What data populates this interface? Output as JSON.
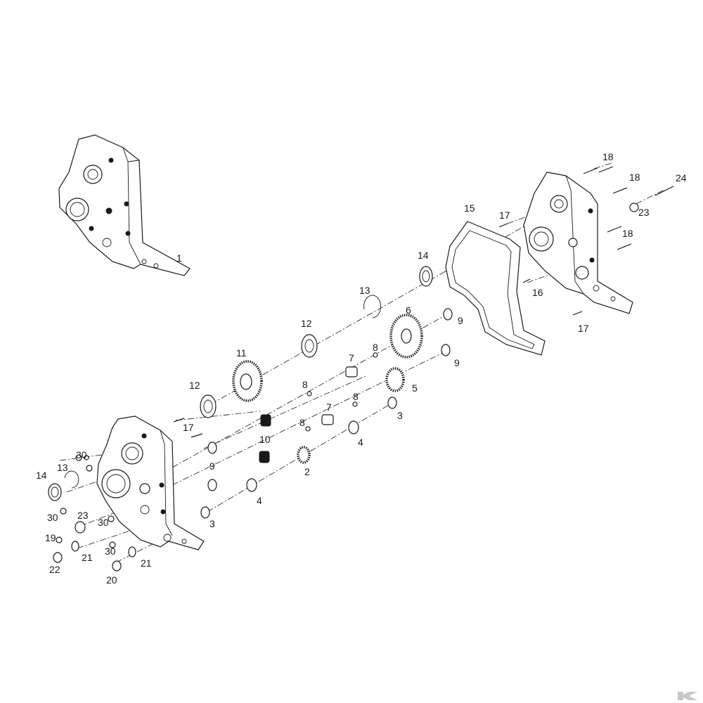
{
  "diagram": {
    "callouts": [
      {
        "id": "c1",
        "text": "1"
      },
      {
        "id": "c2",
        "text": "2"
      },
      {
        "id": "c3a",
        "text": "3"
      },
      {
        "id": "c3b",
        "text": "3"
      },
      {
        "id": "c4a",
        "text": "4"
      },
      {
        "id": "c4b",
        "text": "4"
      },
      {
        "id": "c5",
        "text": "5"
      },
      {
        "id": "c6",
        "text": "6"
      },
      {
        "id": "c7a",
        "text": "7"
      },
      {
        "id": "c7b",
        "text": "7"
      },
      {
        "id": "c8a",
        "text": "8"
      },
      {
        "id": "c8b",
        "text": "8"
      },
      {
        "id": "c8c",
        "text": "8"
      },
      {
        "id": "c8d",
        "text": "8"
      },
      {
        "id": "c9a",
        "text": "9"
      },
      {
        "id": "c9b",
        "text": "9"
      },
      {
        "id": "c9c",
        "text": "9"
      },
      {
        "id": "c10",
        "text": "10"
      },
      {
        "id": "c11",
        "text": "11"
      },
      {
        "id": "c12a",
        "text": "12"
      },
      {
        "id": "c12b",
        "text": "12"
      },
      {
        "id": "c13a",
        "text": "13"
      },
      {
        "id": "c13b",
        "text": "13"
      },
      {
        "id": "c14a",
        "text": "14"
      },
      {
        "id": "c14b",
        "text": "14"
      },
      {
        "id": "c15",
        "text": "15"
      },
      {
        "id": "c16",
        "text": "16"
      },
      {
        "id": "c17a",
        "text": "17"
      },
      {
        "id": "c17b",
        "text": "17"
      },
      {
        "id": "c17c",
        "text": "17"
      },
      {
        "id": "c18a",
        "text": "18"
      },
      {
        "id": "c18b",
        "text": "18"
      },
      {
        "id": "c18c",
        "text": "18"
      },
      {
        "id": "c19",
        "text": "19"
      },
      {
        "id": "c20",
        "text": "20"
      },
      {
        "id": "c21a",
        "text": "21"
      },
      {
        "id": "c21b",
        "text": "21"
      },
      {
        "id": "c22",
        "text": "22"
      },
      {
        "id": "c23a",
        "text": "23"
      },
      {
        "id": "c23b",
        "text": "23"
      },
      {
        "id": "c24",
        "text": "24"
      },
      {
        "id": "c30a",
        "text": "30"
      },
      {
        "id": "c30b",
        "text": "30"
      },
      {
        "id": "c30c",
        "text": "30"
      },
      {
        "id": "c30d",
        "text": "30"
      }
    ]
  },
  "brand": {
    "icon": "brand-logo-icon",
    "color": "#c8c8c8"
  }
}
